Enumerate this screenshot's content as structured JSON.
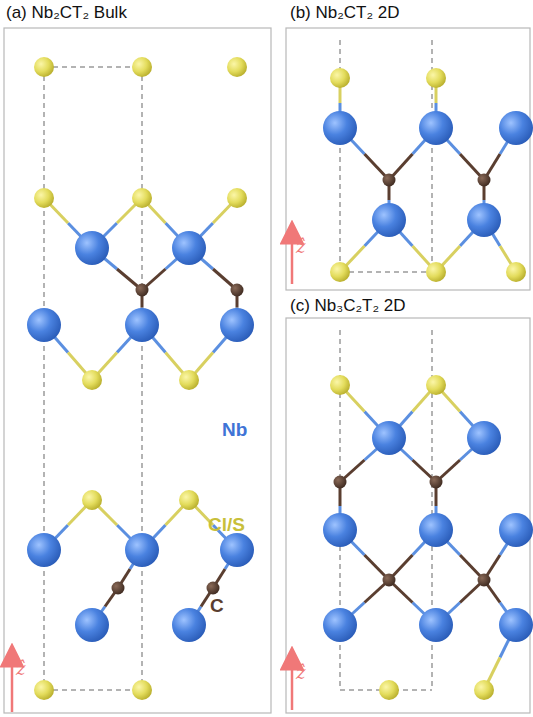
{
  "diagram": {
    "labels": [
      "(a) Nb₂CT₂ Bulk",
      "(b) Nb₂CT₂ 2D",
      "(c) Nb₃C₂T₂ 2D",
      "Nb",
      "Cl/S",
      "C",
      "ẑ",
      "ẑ",
      "ẑ"
    ]
  }
}
